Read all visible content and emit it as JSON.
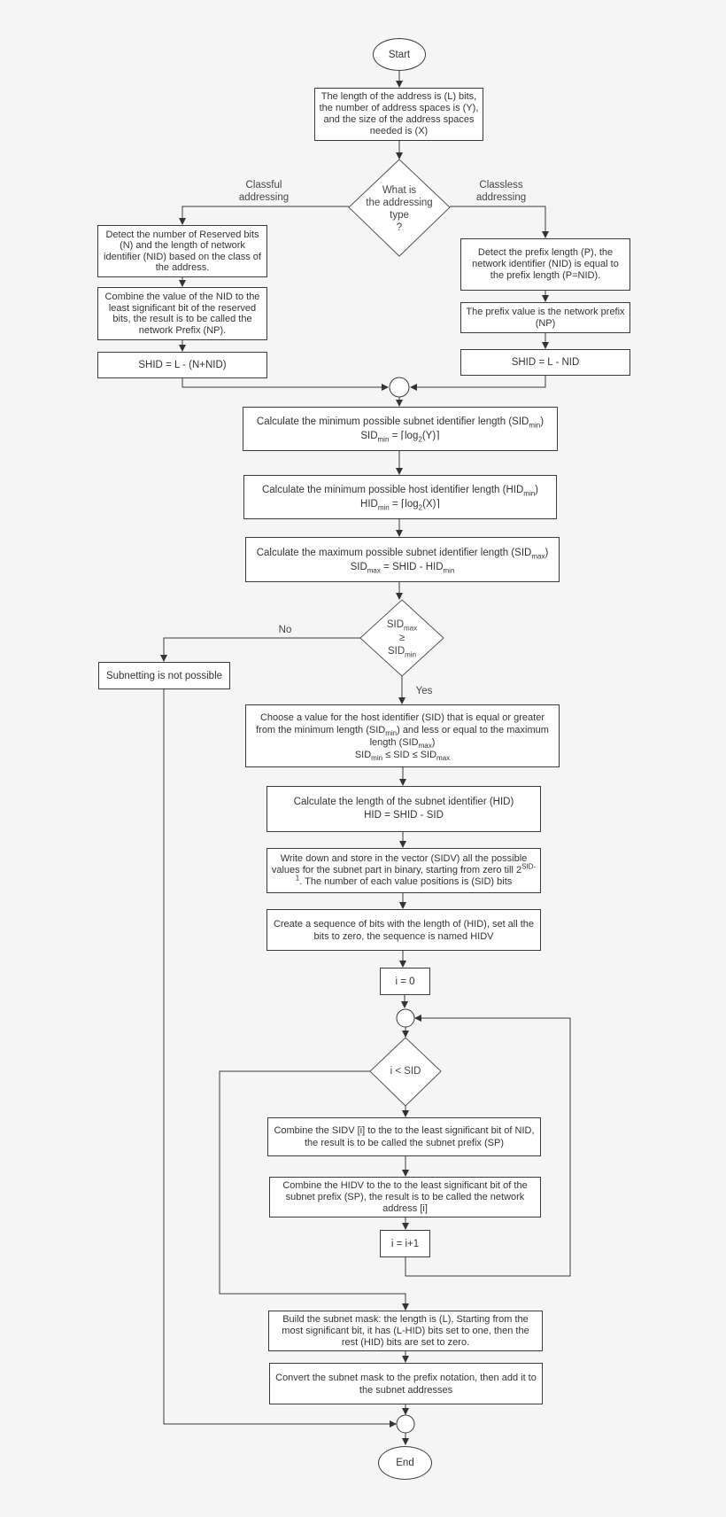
{
  "start": "Start",
  "end": "End",
  "input": "The length of the address is (L) bits, the number of address spaces is (Y), and the size of the address spaces needed is (X)",
  "decision_type": {
    "line1": "What is",
    "line2": "the addressing",
    "line3": "type",
    "line4": "?"
  },
  "classful_label": "Classful addressing",
  "classless_label": "Classless addressing",
  "classful_detect": "Detect the number of Reserved bits (N) and the length of network identifier (NID) based on the class of the address.",
  "classful_combine": "Combine the value of the NID to the least significant bit of the reserved bits, the result is to be called the network Prefix (NP).",
  "classful_shid": "SHID = L - (N+NID)",
  "classless_detect": "Detect the prefix length (P), the network identifier (NID) is equal to the prefix length (P=NID).",
  "classless_prefix": "The prefix value is the network prefix (NP)",
  "classless_shid": "SHID = L - NID",
  "calc_sid_min": {
    "line1_a": "Calculate the minimum possible subnet identifier length (SID",
    "sub": "min",
    "line1_b": ")",
    "f_a": "SID",
    "f_sub": "min",
    "f_b": " = ⌈log",
    "f_sub2": "2",
    "f_c": "(Y)⌉"
  },
  "calc_hid_min": {
    "line1_a": "Calculate the minimum possible host identifier length (HID",
    "sub": "min",
    "line1_b": ")",
    "f_a": "HID",
    "f_sub": "min",
    "f_b": " = ⌈log",
    "f_sub2": "2",
    "f_c": "(X)⌉"
  },
  "calc_sid_max": {
    "line1_a": "Calculate the maximum possible subnet identifier length (SID",
    "sub": "max",
    "line1_b": ")",
    "f_a": "SID",
    "f_sub": "max",
    "f_b": " = SHID - HID",
    "f_sub2": "min"
  },
  "decision_sid": {
    "a": "SID",
    "a_sub": "max",
    "op": "≥",
    "b": "SID",
    "b_sub": "min"
  },
  "no_label": "No",
  "yes_label": "Yes",
  "not_possible": "Subnetting is not possible",
  "choose_sid": {
    "t1": "Choose a value for the host identifier (SID) that is equal or greater from the minimum length (SID",
    "s1": "min",
    "t2": ") and less or equal to the maximum length (SID",
    "s2": "max",
    "t3": ")",
    "f1": "SID",
    "fs1": "min",
    "f2": " ≤ SID ≤ SID",
    "fs2": "max"
  },
  "calc_hid": {
    "line1": "Calculate the length of the subnet identifier (HID)",
    "line2": "HID = SHID - SID"
  },
  "sidv": {
    "t1": "Write down and store in the vector (SIDV) all the possible values for the subnet part in binary, starting from zero till 2",
    "sup": "SID-1",
    "t2": ". The number of each value positions is (SID) bits"
  },
  "hidv": "Create a sequence of bits with the length of (HID), set all the bits to zero, the sequence is named HIDV",
  "init_i": "i = 0",
  "loop_cond": "i < SID",
  "combine_sidv": "Combine the SIDV [i] to the to the least significant bit of NID, the result is to be called the subnet prefix (SP)",
  "combine_hidv": "Combine the HIDV to the to the least significant bit of the subnet prefix (SP), the result is to be called the network address [i]",
  "increment": "i = i+1",
  "build_mask": "Build the subnet mask: the length is (L), Starting from the most significant bit, it has (L-HID) bits set to one, then the rest (HID) bits are set to zero.",
  "convert_mask": "Convert the subnet mask to the prefix notation, then add it to the subnet addresses"
}
